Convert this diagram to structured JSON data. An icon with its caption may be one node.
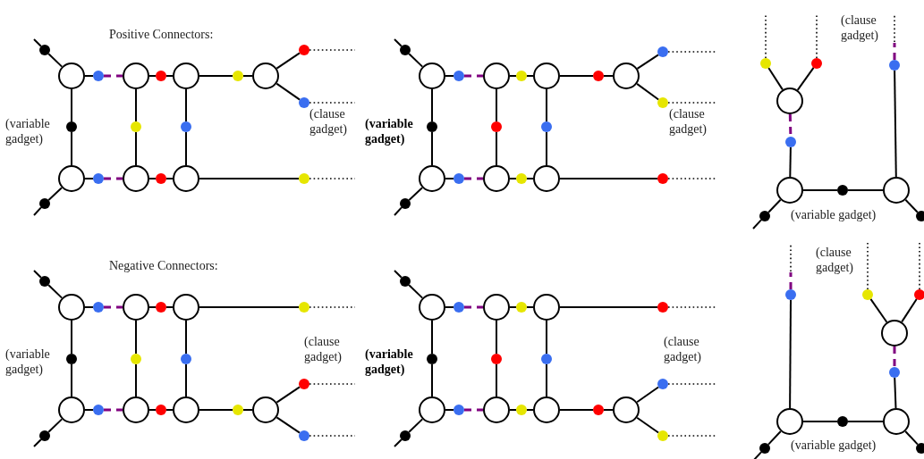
{
  "diagram": {
    "nodes": [
      {
        "text": [],
        "shape": "circle"
      },
      {
        "text": [],
        "shape": "circle"
      },
      {
        "text": [],
        "shape": "circle"
      },
      {
        "text": [],
        "shape": "circle"
      },
      {
        "text": [],
        "shape": "circle"
      },
      {
        "text": [],
        "shape": "circle"
      },
      {
        "text": [],
        "shape": "circle"
      },
      {
        "text": [],
        "shape": "dot"
      },
      {
        "text": [],
        "shape": "dot"
      },
      {
        "text": [],
        "shape": "dot"
      },
      {
        "text": [],
        "shape": "dot"
      },
      {
        "text": [],
        "shape": "dot"
      },
      {
        "text": [],
        "shape": "dot"
      },
      {
        "text": [],
        "shape": "dot"
      },
      {
        "text": [],
        "shape": "dot"
      },
      {
        "text": [],
        "shape": "dot"
      },
      {
        "text": [],
        "shape": "dot"
      },
      {
        "text": [],
        "shape": "dot"
      },
      {
        "text": [],
        "shape": "dot"
      },
      {
        "text": [],
        "shape": "dot"
      },
      {
        "text": [],
        "shape": "circle"
      },
      {
        "text": [],
        "shape": "circle"
      },
      {
        "text": [],
        "shape": "circle"
      },
      {
        "text": [],
        "shape": "circle"
      },
      {
        "text": [],
        "shape": "circle"
      },
      {
        "text": [],
        "shape": "circle"
      },
      {
        "text": [],
        "shape": "circle"
      },
      {
        "text": [],
        "shape": "dot"
      },
      {
        "text": [],
        "shape": "dot"
      },
      {
        "text": [],
        "shape": "dot"
      },
      {
        "text": [],
        "shape": "dot"
      },
      {
        "text": [],
        "shape": "dot"
      },
      {
        "text": [],
        "shape": "dot"
      },
      {
        "text": [],
        "shape": "dot"
      },
      {
        "text": [],
        "shape": "dot"
      },
      {
        "text": [],
        "shape": "dot"
      },
      {
        "text": [],
        "shape": "dot"
      },
      {
        "text": [],
        "shape": "dot"
      },
      {
        "text": [],
        "shape": "dot"
      },
      {
        "text": [],
        "shape": "dot"
      },
      {
        "text": [],
        "shape": "circle"
      },
      {
        "text": [],
        "shape": "circle"
      },
      {
        "text": [],
        "shape": "circle"
      },
      {
        "text": [],
        "shape": "dot"
      },
      {
        "text": [],
        "shape": "dot"
      },
      {
        "text": [],
        "shape": "dot"
      },
      {
        "text": [],
        "shape": "dot"
      },
      {
        "text": [],
        "shape": "dot"
      },
      {
        "text": [],
        "shape": "dot"
      },
      {
        "text": [],
        "shape": "dot"
      },
      {
        "text": [],
        "shape": "circle"
      },
      {
        "text": [],
        "shape": "circle"
      },
      {
        "text": [],
        "shape": "circle"
      },
      {
        "text": [],
        "shape": "circle"
      },
      {
        "text": [],
        "shape": "circle"
      },
      {
        "text": [],
        "shape": "circle"
      },
      {
        "text": [],
        "shape": "circle"
      },
      {
        "text": [],
        "shape": "dot"
      },
      {
        "text": [],
        "shape": "dot"
      },
      {
        "text": [],
        "shape": "dot"
      },
      {
        "text": [],
        "shape": "dot"
      },
      {
        "text": [],
        "shape": "dot"
      },
      {
        "text": [],
        "shape": "dot"
      },
      {
        "text": [],
        "shape": "dot"
      },
      {
        "text": [],
        "shape": "dot"
      },
      {
        "text": [],
        "shape": "dot"
      },
      {
        "text": [],
        "shape": "dot"
      },
      {
        "text": [],
        "shape": "dot"
      },
      {
        "text": [],
        "shape": "dot"
      },
      {
        "text": [],
        "shape": "dot"
      },
      {
        "text": [],
        "shape": "circle"
      },
      {
        "text": [],
        "shape": "circle"
      },
      {
        "text": [],
        "shape": "circle"
      },
      {
        "text": [],
        "shape": "circle"
      },
      {
        "text": [],
        "shape": "circle"
      },
      {
        "text": [],
        "shape": "circle"
      },
      {
        "text": [],
        "shape": "circle"
      },
      {
        "text": [],
        "shape": "dot"
      },
      {
        "text": [],
        "shape": "dot"
      },
      {
        "text": [],
        "shape": "dot"
      },
      {
        "text": [],
        "shape": "dot"
      },
      {
        "text": [],
        "shape": "dot"
      },
      {
        "text": [],
        "shape": "dot"
      },
      {
        "text": [],
        "shape": "dot"
      },
      {
        "text": [],
        "shape": "dot"
      },
      {
        "text": [],
        "shape": "dot"
      },
      {
        "text": [],
        "shape": "dot"
      },
      {
        "text": [],
        "shape": "dot"
      },
      {
        "text": [],
        "shape": "dot"
      },
      {
        "text": [],
        "shape": "dot"
      },
      {
        "text": [],
        "shape": "circle"
      },
      {
        "text": [],
        "shape": "circle"
      },
      {
        "text": [],
        "shape": "circle"
      },
      {
        "text": [],
        "shape": "dot"
      },
      {
        "text": [],
        "shape": "dot"
      },
      {
        "text": [],
        "shape": "dot"
      },
      {
        "text": [],
        "shape": "dot"
      },
      {
        "text": [],
        "shape": "dot"
      },
      {
        "text": [],
        "shape": "dot"
      },
      {
        "text": [],
        "shape": "dot"
      }
    ],
    "edges": [
      {
        "from": 7,
        "to": null,
        "arrow": "none"
      },
      {
        "from": 0,
        "to": 7,
        "arrow": "none"
      },
      {
        "from": 0,
        "to": 8,
        "arrow": "none"
      },
      {
        "from": 8,
        "to": 4,
        "arrow": "none"
      },
      {
        "from": 4,
        "to": 9,
        "arrow": "none"
      },
      {
        "from": 9,
        "to": null,
        "arrow": "none"
      },
      {
        "from": 0,
        "to": 10,
        "arrow": "none"
      },
      {
        "from": 10,
        "to": 1,
        "arrow": "none",
        "style": "dashed",
        "color": "#800080"
      },
      {
        "from": 1,
        "to": 11,
        "arrow": "none"
      },
      {
        "from": 11,
        "to": 2,
        "arrow": "none"
      },
      {
        "from": 2,
        "to": 12,
        "arrow": "none"
      },
      {
        "from": 12,
        "to": 3,
        "arrow": "none"
      },
      {
        "from": 3,
        "to": 13,
        "arrow": "none"
      },
      {
        "from": 3,
        "to": 14,
        "arrow": "none"
      },
      {
        "from": 13,
        "to": null,
        "arrow": "none",
        "style": "dashed"
      },
      {
        "from": 14,
        "to": null,
        "arrow": "none",
        "style": "dashed"
      },
      {
        "from": 1,
        "to": 15,
        "arrow": "none"
      },
      {
        "from": 15,
        "to": 5,
        "arrow": "none"
      },
      {
        "from": 2,
        "to": 16,
        "arrow": "none"
      },
      {
        "from": 16,
        "to": 6,
        "arrow": "none"
      },
      {
        "from": 4,
        "to": 17,
        "arrow": "none"
      },
      {
        "from": 17,
        "to": 5,
        "arrow": "none",
        "style": "dashed",
        "color": "#800080"
      },
      {
        "from": 5,
        "to": 18,
        "arrow": "none"
      },
      {
        "from": 18,
        "to": 6,
        "arrow": "none"
      },
      {
        "from": 6,
        "to": 19,
        "arrow": "none"
      },
      {
        "from": 19,
        "to": null,
        "arrow": "none",
        "style": "dashed"
      },
      {
        "from": 27,
        "to": null,
        "arrow": "none"
      },
      {
        "from": 20,
        "to": 27,
        "arrow": "none"
      },
      {
        "from": 20,
        "to": 28,
        "arrow": "none"
      },
      {
        "from": 28,
        "to": 24,
        "arrow": "none"
      },
      {
        "from": 24,
        "to": 29,
        "arrow": "none"
      },
      {
        "from": 29,
        "to": null,
        "arrow": "none"
      },
      {
        "from": 20,
        "to": 30,
        "arrow": "none"
      },
      {
        "from": 30,
        "to": 21,
        "arrow": "none",
        "style": "dashed",
        "color": "#800080"
      },
      {
        "from": 21,
        "to": 31,
        "arrow": "none"
      },
      {
        "from": 31,
        "to": 22,
        "arrow": "none"
      },
      {
        "from": 22,
        "to": 32,
        "arrow": "none"
      },
      {
        "from": 32,
        "to": 23,
        "arrow": "none"
      },
      {
        "from": 23,
        "to": 33,
        "arrow": "none"
      },
      {
        "from": 23,
        "to": 34,
        "arrow": "none"
      },
      {
        "from": 33,
        "to": null,
        "arrow": "none",
        "style": "dashed"
      },
      {
        "from": 34,
        "to": null,
        "arrow": "none",
        "style": "dashed"
      },
      {
        "from": 21,
        "to": 35,
        "arrow": "none"
      },
      {
        "from": 35,
        "to": 25,
        "arrow": "none"
      },
      {
        "from": 22,
        "to": 36,
        "arrow": "none"
      },
      {
        "from": 36,
        "to": 26,
        "arrow": "none"
      },
      {
        "from": 24,
        "to": 37,
        "arrow": "none"
      },
      {
        "from": 37,
        "to": 25,
        "arrow": "none",
        "style": "dashed",
        "color": "#800080"
      },
      {
        "from": 25,
        "to": 38,
        "arrow": "none"
      },
      {
        "from": 38,
        "to": 26,
        "arrow": "none"
      },
      {
        "from": 26,
        "to": 39,
        "arrow": "none"
      },
      {
        "from": 39,
        "to": null,
        "arrow": "none",
        "style": "dashed"
      },
      {
        "from": 43,
        "to": null,
        "arrow": "none",
        "style": "dashed"
      },
      {
        "from": 44,
        "to": null,
        "arrow": "none",
        "style": "dashed"
      },
      {
        "from": 40,
        "to": 43,
        "arrow": "none"
      },
      {
        "from": 40,
        "to": 44,
        "arrow": "none"
      },
      {
        "from": 40,
        "to": 45,
        "arrow": "none",
        "style": "dashed",
        "color": "#800080"
      },
      {
        "from": 45,
        "to": 41,
        "arrow": "none"
      },
      {
        "from": 41,
        "to": 46,
        "arrow": "none"
      },
      {
        "from": 46,
        "to": 42,
        "arrow": "none"
      },
      {
        "from": 42,
        "to": 47,
        "arrow": "none"
      },
      {
        "from": 47,
        "to": null,
        "arrow": "none",
        "style": "dashed",
        "color": "#800080"
      },
      {
        "from": 41,
        "to": 48,
        "arrow": "none"
      },
      {
        "from": 48,
        "to": null,
        "arrow": "none"
      },
      {
        "from": 42,
        "to": 49,
        "arrow": "none"
      },
      {
        "from": 57,
        "to": null,
        "arrow": "none"
      },
      {
        "from": 50,
        "to": 57,
        "arrow": "none"
      },
      {
        "from": 50,
        "to": 58,
        "arrow": "none"
      },
      {
        "from": 58,
        "to": 53,
        "arrow": "none"
      },
      {
        "from": 53,
        "to": 59,
        "arrow": "none"
      },
      {
        "from": 59,
        "to": null,
        "arrow": "none"
      },
      {
        "from": 50,
        "to": 60,
        "arrow": "none"
      },
      {
        "from": 60,
        "to": 51,
        "arrow": "none",
        "style": "dashed",
        "color": "#800080"
      },
      {
        "from": 51,
        "to": 61,
        "arrow": "none"
      },
      {
        "from": 61,
        "to": 52,
        "arrow": "none"
      },
      {
        "from": 52,
        "to": 62,
        "arrow": "none"
      },
      {
        "from": 62,
        "to": null,
        "arrow": "none",
        "style": "dashed"
      },
      {
        "from": 51,
        "to": 63,
        "arrow": "none"
      },
      {
        "from": 63,
        "to": 54,
        "arrow": "none"
      },
      {
        "from": 52,
        "to": 64,
        "arrow": "none"
      },
      {
        "from": 64,
        "to": 55,
        "arrow": "none"
      },
      {
        "from": 53,
        "to": 65,
        "arrow": "none"
      },
      {
        "from": 65,
        "to": 54,
        "arrow": "none",
        "style": "dashed",
        "color": "#800080"
      },
      {
        "from": 54,
        "to": 66,
        "arrow": "none"
      },
      {
        "from": 66,
        "to": 55,
        "arrow": "none"
      },
      {
        "from": 55,
        "to": 67,
        "arrow": "none"
      },
      {
        "from": 67,
        "to": 56,
        "arrow": "none"
      },
      {
        "from": 56,
        "to": 68,
        "arrow": "none"
      },
      {
        "from": 56,
        "to": 69,
        "arrow": "none"
      },
      {
        "from": 68,
        "to": null,
        "arrow": "none",
        "style": "dashed"
      },
      {
        "from": 69,
        "to": null,
        "arrow": "none",
        "style": "dashed"
      },
      {
        "from": 77,
        "to": null,
        "arrow": "none"
      },
      {
        "from": 70,
        "to": 77,
        "arrow": "none"
      },
      {
        "from": 70,
        "to": 78,
        "arrow": "none"
      },
      {
        "from": 78,
        "to": 73,
        "arrow": "none"
      },
      {
        "from": 73,
        "to": 79,
        "arrow": "none"
      },
      {
        "from": 79,
        "to": null,
        "arrow": "none"
      },
      {
        "from": 70,
        "to": 80,
        "arrow": "none"
      },
      {
        "from": 80,
        "to": 71,
        "arrow": "none",
        "style": "dashed",
        "color": "#800080"
      },
      {
        "from": 71,
        "to": 81,
        "arrow": "none"
      },
      {
        "from": 81,
        "to": 72,
        "arrow": "none"
      },
      {
        "from": 72,
        "to": 82,
        "arrow": "none"
      },
      {
        "from": 82,
        "to": null,
        "arrow": "none",
        "style": "dashed"
      },
      {
        "from": 71,
        "to": 83,
        "arrow": "none"
      },
      {
        "from": 83,
        "to": 74,
        "arrow": "none"
      },
      {
        "from": 72,
        "to": 84,
        "arrow": "none"
      },
      {
        "from": 84,
        "to": 75,
        "arrow": "none"
      },
      {
        "from": 73,
        "to": 85,
        "arrow": "none"
      },
      {
        "from": 85,
        "to": 74,
        "arrow": "none",
        "style": "dashed",
        "color": "#800080"
      },
      {
        "from": 74,
        "to": 86,
        "arrow": "none"
      },
      {
        "from": 86,
        "to": 75,
        "arrow": "none"
      },
      {
        "from": 75,
        "to": 87,
        "arrow": "none"
      },
      {
        "from": 87,
        "to": 76,
        "arrow": "none"
      },
      {
        "from": 76,
        "to": 88,
        "arrow": "none"
      },
      {
        "from": 76,
        "to": 89,
        "arrow": "none"
      },
      {
        "from": 88,
        "to": null,
        "arrow": "none",
        "style": "dashed"
      },
      {
        "from": 89,
        "to": null,
        "arrow": "none",
        "style": "dashed"
      },
      {
        "from": 93,
        "to": null,
        "arrow": "none",
        "style": "dashed",
        "color": "#800080"
      },
      {
        "from": 91,
        "to": 93,
        "arrow": "none"
      },
      {
        "from": 94,
        "to": null,
        "arrow": "none",
        "style": "dashed"
      },
      {
        "from": 95,
        "to": null,
        "arrow": "none",
        "style": "dashed"
      },
      {
        "from": 90,
        "to": 94,
        "arrow": "none"
      },
      {
        "from": 90,
        "to": 95,
        "arrow": "none"
      },
      {
        "from": 90,
        "to": 96,
        "arrow": "none",
        "style": "dashed",
        "color": "#800080"
      },
      {
        "from": 96,
        "to": 92,
        "arrow": "none"
      },
      {
        "from": 91,
        "to": 97,
        "arrow": "none"
      },
      {
        "from": 97,
        "to": 92,
        "arrow": "none"
      },
      {
        "from": 91,
        "to": 98,
        "arrow": "none"
      },
      {
        "from": 98,
        "to": null,
        "arrow": "none"
      },
      {
        "from": 92,
        "to": 99,
        "arrow": "none"
      }
    ],
    "labels": [
      "Positive Connectors:",
      "(variable gadget)",
      "(clause gadget)",
      "(variable gadget)",
      "(clause gadget)",
      "(clause gadget)",
      "(variable gadget)",
      "Negative Connectors:",
      "(variable gadget)",
      "(clause gadget)",
      "(variable gadget)",
      "(clause gadget)",
      "(clause gadget)",
      "(variable gadget)"
    ]
  }
}
